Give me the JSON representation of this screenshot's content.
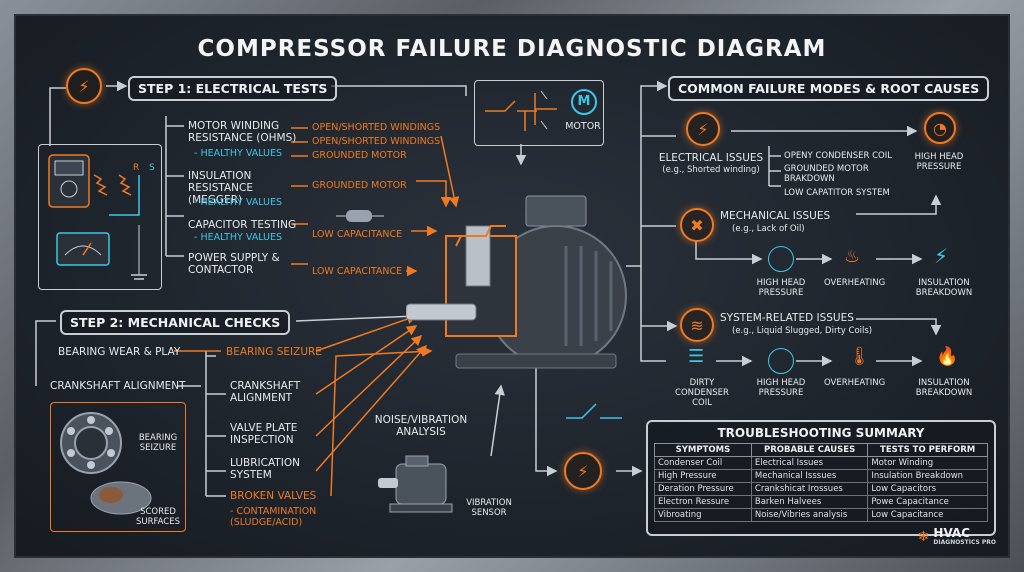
{
  "title": "COMPRESSOR FAILURE DIAGNOSTIC DIAGRAM",
  "step1": {
    "heading": "STEP 1: ELECTRICAL TESTS",
    "tests": [
      {
        "name": "MOTOR WINDING RESISTANCE (OHMS)",
        "note": "- HEALTHY VALUES",
        "faults": [
          "OPEN/SHORTED WINDINGS",
          "OPEN/SHORTED WINDINGS",
          "GROUNDED MOTOR"
        ]
      },
      {
        "name": "INSULATION RESISTANCE (MEGGER)",
        "note": "- HEALTHY VALUES",
        "faults": [
          "GROUNDED MOTOR"
        ]
      },
      {
        "name": "CAPACITOR TESTING",
        "note": "- HEALTHY VALUES",
        "faults": [
          "LOW CAPACITANCE"
        ]
      },
      {
        "name": "POWER SUPPLY & CONTACTOR",
        "note": "",
        "faults": [
          "LOW CAPACITANCE"
        ]
      }
    ],
    "meter_labels": [
      "R",
      "S"
    ],
    "motor_label": "MOTOR",
    "motor_symbol": "M"
  },
  "step2": {
    "heading": "STEP 2: MECHANICAL CHECKS",
    "checks": [
      "BEARING WEAR & PLAY",
      "CRANKSHAFT ALIGNMENT"
    ],
    "branches": [
      "BEARING SEIZURE",
      "CRANKSHAFT ALIGNMENT",
      "VALVE PLATE INSPECTION",
      "LUBRICATION SYSTEM",
      "BROKEN VALVES",
      "- CONTAMINATION (SLUDGE/ACID)"
    ],
    "bearing_labels": [
      "BEARING SEIZURE",
      "SCORED SURFACES"
    ],
    "noise": "NOISE/VIBRATION ANALYSIS",
    "sensor": "VIBRATION SENSOR"
  },
  "failures": {
    "heading": "COMMON FAILURE MODES & ROOT CAUSES",
    "electrical": {
      "title": "ELECTRICAL ISSUES",
      "subtitle": "(e.g., Shorted winding)",
      "causes": [
        "OPENY CONDENSER COIL",
        "GROUNDED MOTOR BRAKDOWN",
        "LOW CAPATITOR SYSTEM"
      ],
      "result": "HIGH HEAD PRESSURE"
    },
    "mechanical": {
      "title": "MECHANICAL ISSUES",
      "subtitle": "(e.g., Lack of Oil)",
      "chain": [
        "HIGH HEAD PRESSURE",
        "OVERHEATING",
        "INSULATION BREAKDOWN"
      ]
    },
    "system": {
      "title": "SYSTEM-RELATED ISSUES",
      "subtitle": "(e.g., Liquid Slugged, Dirty Coils)",
      "chain": [
        "DIRTY CONDENSER COIL",
        "HIGH HEAD PRESSURE",
        "OVERHEATING",
        "INSULATION BREAKDOWN"
      ]
    }
  },
  "summary": {
    "heading": "TROUBLESHOOTING SUMMARY",
    "columns": [
      "SYMPTOMS",
      "PROBABLE CAUSES",
      "TESTS TO PERFORM"
    ],
    "rows": [
      [
        "Condenser Coil",
        "Electrical Issues",
        "Motor Winding"
      ],
      [
        "High Pressure",
        "Mechanical Isssues",
        "Insulation Breakdown"
      ],
      [
        "Deration Pressure",
        "Crankshicat Irossues",
        "Low Capacitors"
      ],
      [
        "Electron Ressure",
        "Barken Halvees",
        "Powe Capacitance"
      ],
      [
        "Vibroating",
        "Noise/Vibries analysis",
        "Low Capacitance"
      ]
    ]
  },
  "logo": {
    "line1": "HVAC",
    "line2": "DIAGNOSTICS PRO"
  },
  "colors": {
    "accent": "#f07a22",
    "cyan": "#3ec6e6",
    "line": "#c9ced5"
  }
}
